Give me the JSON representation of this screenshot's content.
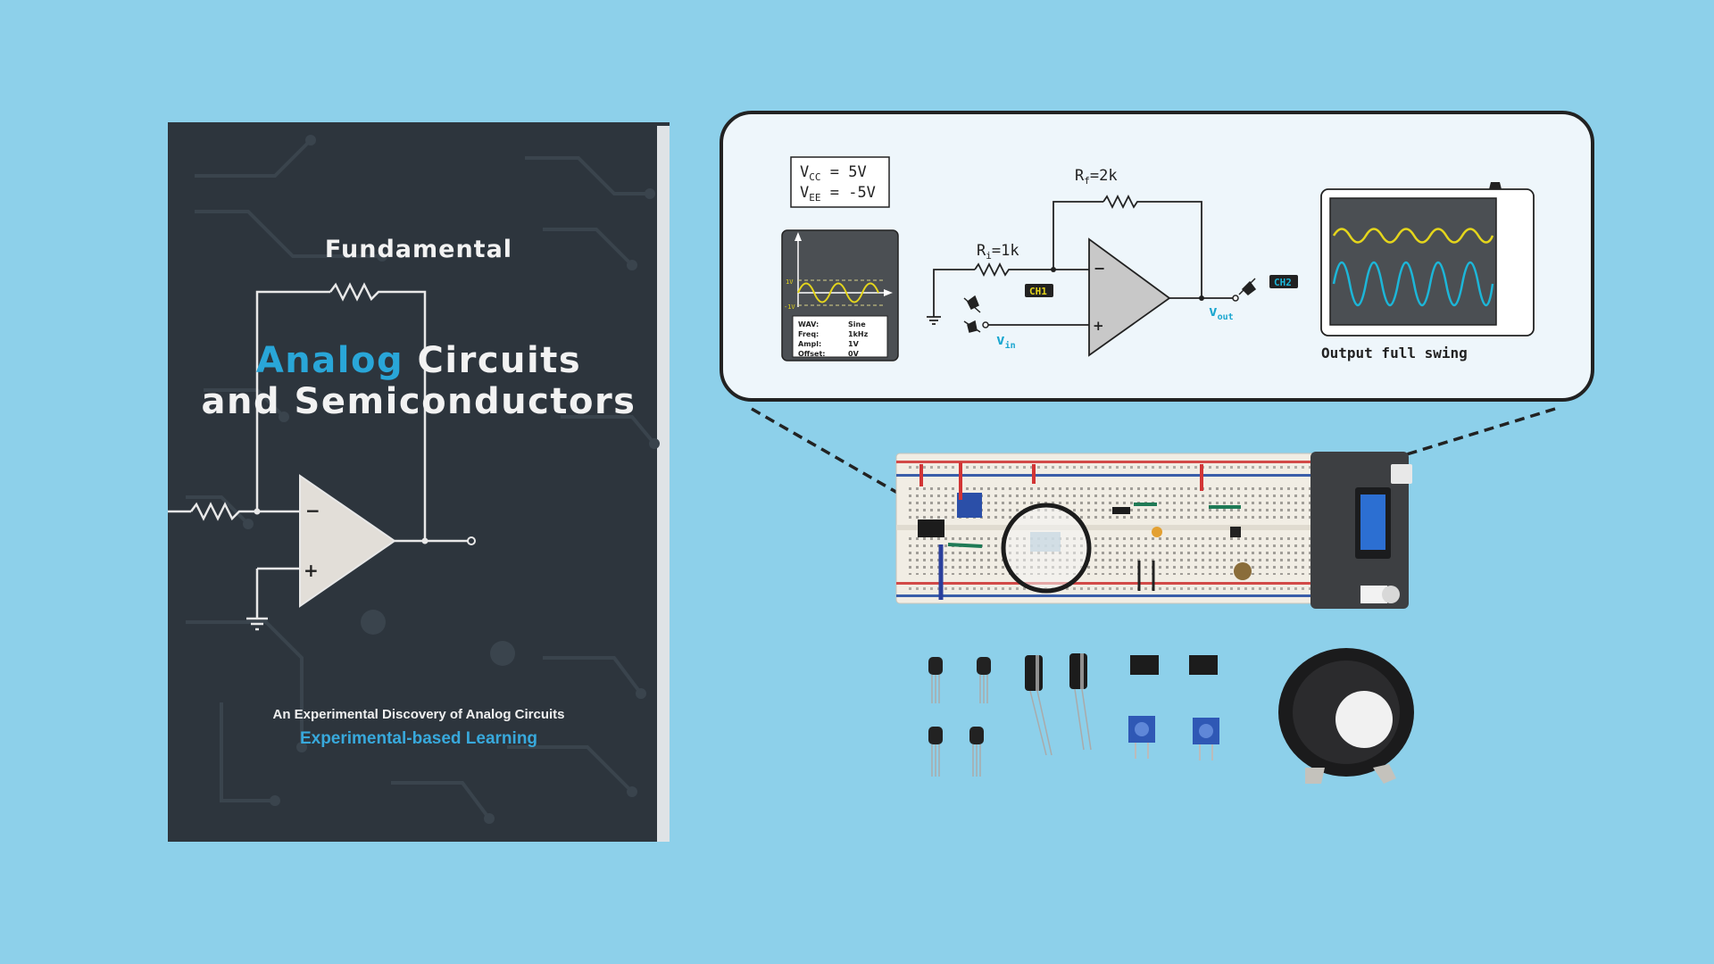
{
  "book": {
    "title_line1": "Fundamental",
    "title_accent": "Analog",
    "title_rest": " Circuits",
    "title_line3": "and Semiconductors",
    "subtitle": "An Experimental Discovery of Analog Circuits",
    "tagline": "Experimental-based Learning"
  },
  "callout": {
    "vcc_label": "V",
    "vcc_sub": "CC",
    "vcc_value": " = 5V",
    "vee_label": "V",
    "vee_sub": "EE",
    "vee_value": " = -5V",
    "rf_label": "R",
    "rf_sub": "f",
    "rf_value": "=2k",
    "ri_label": "R",
    "ri_sub": "i",
    "ri_value": "=1k",
    "ch1": "CH1",
    "ch2": "CH2",
    "vin_label": "v",
    "vin_sub": "in",
    "vout_label": "v",
    "vout_sub": "out",
    "minus": "−",
    "plus": "+",
    "siggen": {
      "y_top": "1V",
      "y_bottom": "-1V",
      "rows": [
        {
          "k": "WAV:",
          "v": "Sine"
        },
        {
          "k": "Freq:",
          "v": "1kHz"
        },
        {
          "k": "Ampl:",
          "v": "1V"
        },
        {
          "k": "Offset:",
          "v": "0V"
        }
      ]
    },
    "scope_caption": "Output full swing"
  },
  "colors": {
    "background": "#8dd0ea",
    "book_cover": "#2d353d",
    "accent_blue": "#29a6d8",
    "ch1_yellow": "#e4d51c",
    "ch2_cyan": "#1cb6d8",
    "vin_cyan": "#1aa6cf"
  }
}
